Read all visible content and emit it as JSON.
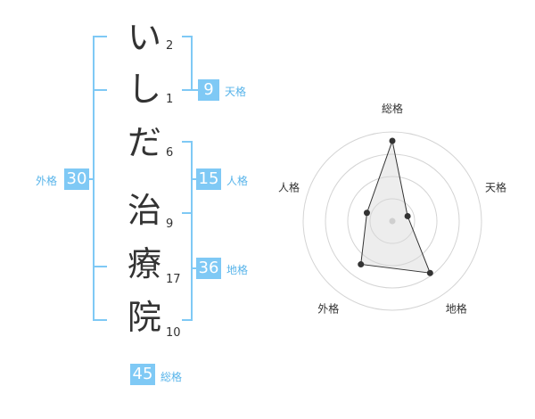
{
  "name": {
    "surname": [
      {
        "char": "い",
        "strokes": "2"
      },
      {
        "char": "し",
        "strokes": "1"
      },
      {
        "char": "だ",
        "strokes": "6"
      }
    ],
    "given": [
      {
        "char": "治",
        "strokes": "9"
      },
      {
        "char": "療",
        "strokes": "17"
      },
      {
        "char": "院",
        "strokes": "10"
      }
    ]
  },
  "fortunes": {
    "ten": {
      "value": "9",
      "label": "天格"
    },
    "jin": {
      "value": "15",
      "label": "人格"
    },
    "chi": {
      "value": "36",
      "label": "地格"
    },
    "gai": {
      "value": "30",
      "label": "外格"
    },
    "sou": {
      "value": "45",
      "label": "総格"
    }
  },
  "colors": {
    "accent": "#7fc9f5",
    "label": "#58b4ea",
    "text": "#333333"
  },
  "chart_data": {
    "type": "radar",
    "axes": [
      "総格",
      "天格",
      "地格",
      "外格",
      "人格"
    ],
    "values": [
      45,
      9,
      36,
      30,
      15
    ],
    "grid_rings": 4,
    "grid": true
  }
}
